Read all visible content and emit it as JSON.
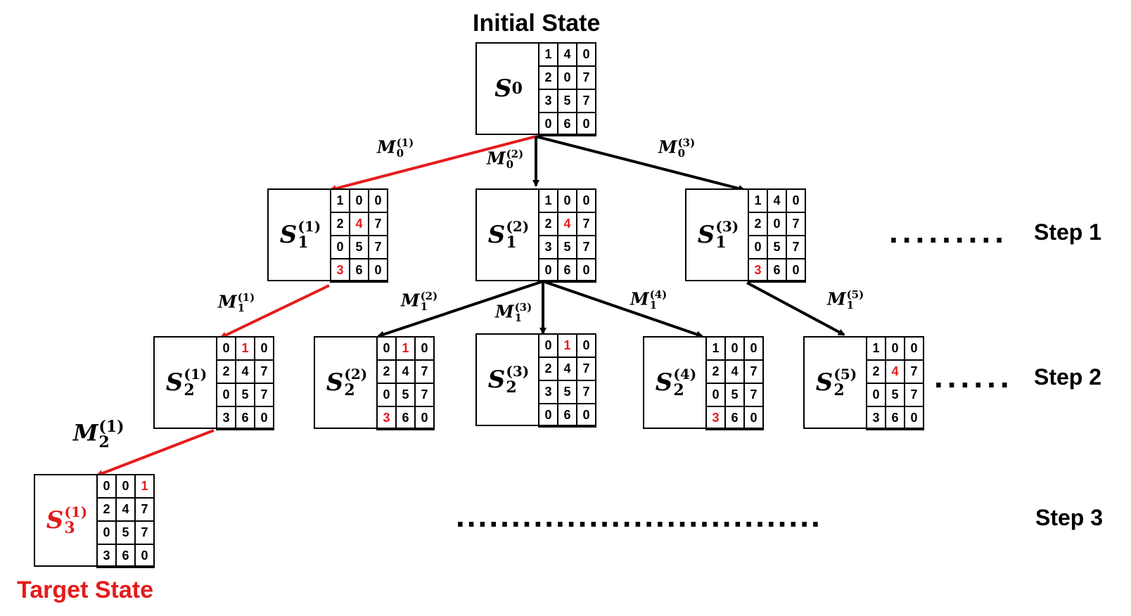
{
  "titles": {
    "initial": "Initial State",
    "target": "Target State"
  },
  "steps": {
    "step1": "Step 1",
    "step2": "Step 2",
    "step3": "Step 3",
    "dots1": ".........",
    "dots2": "......",
    "dots3": "................................."
  },
  "colors": {
    "highlight": "#e51b1b",
    "black": "#000000"
  },
  "nodes": {
    "s0": {
      "symbol": "S",
      "sup": "",
      "sub": "0",
      "grid": [
        [
          "1",
          "4",
          "0"
        ],
        [
          "2",
          "0",
          "7"
        ],
        [
          "3",
          "5",
          "7"
        ],
        [
          "0",
          "6",
          "0"
        ]
      ],
      "highlight": []
    },
    "s1_1": {
      "symbol": "S",
      "sup": "(1)",
      "sub": "1",
      "grid": [
        [
          "1",
          "0",
          "0"
        ],
        [
          "2",
          "4",
          "7"
        ],
        [
          "0",
          "5",
          "7"
        ],
        [
          "3",
          "6",
          "0"
        ]
      ],
      "highlight": [
        [
          1,
          1
        ],
        [
          3,
          0
        ]
      ]
    },
    "s1_2": {
      "symbol": "S",
      "sup": "(2)",
      "sub": "1",
      "grid": [
        [
          "1",
          "0",
          "0"
        ],
        [
          "2",
          "4",
          "7"
        ],
        [
          "3",
          "5",
          "7"
        ],
        [
          "0",
          "6",
          "0"
        ]
      ],
      "highlight": [
        [
          1,
          1
        ]
      ]
    },
    "s1_3": {
      "symbol": "S",
      "sup": "(3)",
      "sub": "1",
      "grid": [
        [
          "1",
          "4",
          "0"
        ],
        [
          "2",
          "0",
          "7"
        ],
        [
          "0",
          "5",
          "7"
        ],
        [
          "3",
          "6",
          "0"
        ]
      ],
      "highlight": [
        [
          3,
          0
        ]
      ]
    },
    "s2_1": {
      "symbol": "S",
      "sup": "(1)",
      "sub": "2",
      "grid": [
        [
          "0",
          "1",
          "0"
        ],
        [
          "2",
          "4",
          "7"
        ],
        [
          "0",
          "5",
          "7"
        ],
        [
          "3",
          "6",
          "0"
        ]
      ],
      "highlight": [
        [
          0,
          1
        ]
      ]
    },
    "s2_2": {
      "symbol": "S",
      "sup": "(2)",
      "sub": "2",
      "grid": [
        [
          "0",
          "1",
          "0"
        ],
        [
          "2",
          "4",
          "7"
        ],
        [
          "0",
          "5",
          "7"
        ],
        [
          "3",
          "6",
          "0"
        ]
      ],
      "highlight": [
        [
          0,
          1
        ],
        [
          3,
          0
        ]
      ]
    },
    "s2_3": {
      "symbol": "S",
      "sup": "(3)",
      "sub": "2",
      "grid": [
        [
          "0",
          "1",
          "0"
        ],
        [
          "2",
          "4",
          "7"
        ],
        [
          "3",
          "5",
          "7"
        ],
        [
          "0",
          "6",
          "0"
        ]
      ],
      "highlight": [
        [
          0,
          1
        ]
      ]
    },
    "s2_4": {
      "symbol": "S",
      "sup": "(4)",
      "sub": "2",
      "grid": [
        [
          "1",
          "0",
          "0"
        ],
        [
          "2",
          "4",
          "7"
        ],
        [
          "0",
          "5",
          "7"
        ],
        [
          "3",
          "6",
          "0"
        ]
      ],
      "highlight": [
        [
          3,
          0
        ]
      ]
    },
    "s2_5": {
      "symbol": "S",
      "sup": "(5)",
      "sub": "2",
      "grid": [
        [
          "1",
          "0",
          "0"
        ],
        [
          "2",
          "4",
          "7"
        ],
        [
          "0",
          "5",
          "7"
        ],
        [
          "3",
          "6",
          "0"
        ]
      ],
      "highlight": [
        [
          1,
          1
        ]
      ]
    },
    "s3_1": {
      "symbol": "S",
      "sup": "(1)",
      "sub": "3",
      "grid": [
        [
          "0",
          "0",
          "1"
        ],
        [
          "2",
          "4",
          "7"
        ],
        [
          "0",
          "5",
          "7"
        ],
        [
          "3",
          "6",
          "0"
        ]
      ],
      "highlight": [
        [
          0,
          2
        ]
      ]
    }
  },
  "moves": {
    "m0_1": {
      "symbol": "M",
      "sup": "(1)",
      "sub": "0"
    },
    "m0_2": {
      "symbol": "M",
      "sup": "(2)",
      "sub": "0"
    },
    "m0_3": {
      "symbol": "M",
      "sup": "(3)",
      "sub": "0"
    },
    "m1_1": {
      "symbol": "M",
      "sup": "(1)",
      "sub": "1"
    },
    "m1_2": {
      "symbol": "M",
      "sup": "(2)",
      "sub": "1"
    },
    "m1_3": {
      "symbol": "M",
      "sup": "(3)",
      "sub": "1"
    },
    "m1_4": {
      "symbol": "M",
      "sup": "(4)",
      "sub": "1"
    },
    "m1_5": {
      "symbol": "M",
      "sup": "(5)",
      "sub": "1"
    },
    "m2_1": {
      "symbol": "M",
      "sup": "(1)",
      "sub": "2"
    }
  }
}
